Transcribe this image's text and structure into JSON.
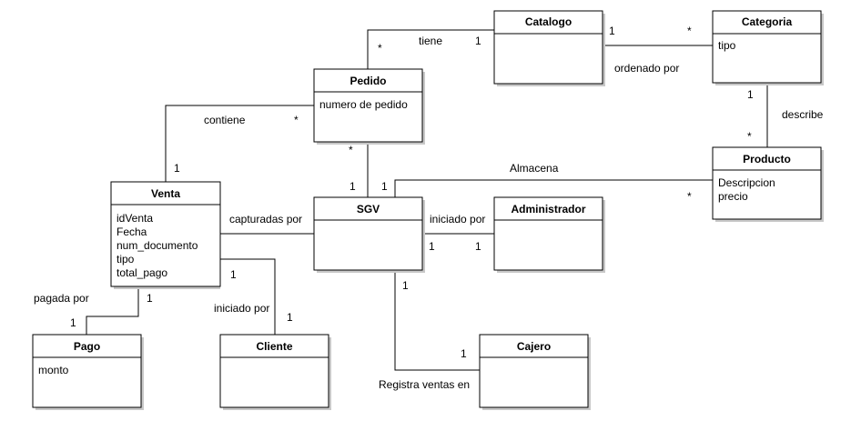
{
  "classes": {
    "catalogo": {
      "name": "Catalogo",
      "attributes": []
    },
    "categoria": {
      "name": "Categoria",
      "attributes": [
        "tipo"
      ]
    },
    "pedido": {
      "name": "Pedido",
      "attributes": [
        "numero de pedido"
      ]
    },
    "producto": {
      "name": "Producto",
      "attributes": [
        "Descripcion",
        "precio"
      ]
    },
    "venta": {
      "name": "Venta",
      "attributes": [
        "idVenta",
        "Fecha",
        "num_documento",
        "tipo",
        "total_pago"
      ]
    },
    "sgv": {
      "name": "SGV",
      "attributes": []
    },
    "administrador": {
      "name": "Administrador",
      "attributes": []
    },
    "pago": {
      "name": "Pago",
      "attributes": [
        "monto"
      ]
    },
    "cliente": {
      "name": "Cliente",
      "attributes": []
    },
    "cajero": {
      "name": "Cajero",
      "attributes": []
    }
  },
  "associations": {
    "pedido_catalogo": {
      "label": "tiene",
      "mult_a": "*",
      "mult_b": "1"
    },
    "catalogo_categoria": {
      "label": "ordenado por",
      "mult_a": "1",
      "mult_b": "*"
    },
    "categoria_producto": {
      "label": "describe",
      "mult_a": "1",
      "mult_b": "*"
    },
    "pedido_venta": {
      "label": "contiene",
      "mult_a": "*",
      "mult_b": "1"
    },
    "pedido_sgv": {
      "label": "",
      "mult_a": "*",
      "mult_b": "1"
    },
    "sgv_producto": {
      "label": "Almacena",
      "mult_a": "1",
      "mult_b": "*"
    },
    "venta_sgv": {
      "label": "capturadas por",
      "mult_a": "",
      "mult_b": ""
    },
    "sgv_administrador": {
      "label": "iniciado por",
      "mult_a": "1",
      "mult_b": "1"
    },
    "venta_pago": {
      "label": "pagada por",
      "mult_a": "1",
      "mult_b": "1"
    },
    "venta_cliente": {
      "label": "iniciado por",
      "mult_a": "1",
      "mult_b": "1"
    },
    "sgv_cajero": {
      "label": "Registra ventas en",
      "mult_a": "1",
      "mult_b": "1"
    }
  }
}
